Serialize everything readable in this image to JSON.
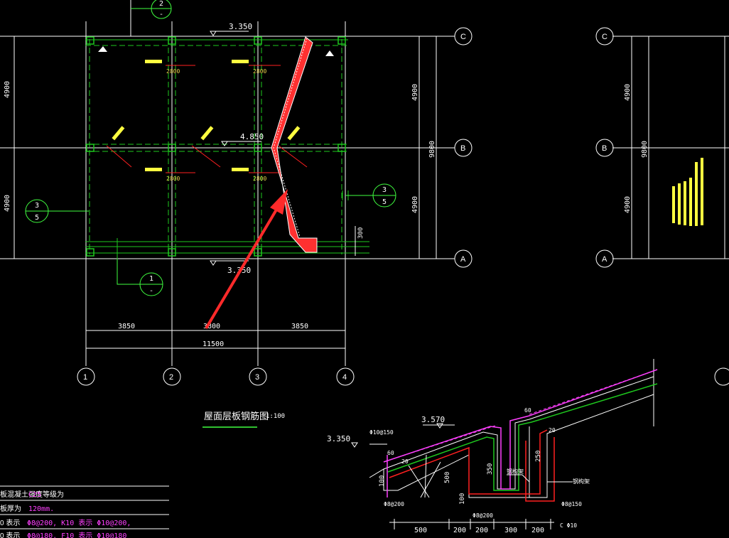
{
  "colors": {
    "background": "#000000",
    "axis_line": "#ffffff",
    "grid_text": "#ffffff",
    "dim_text": "#e8d24a",
    "beam": "#1ec81e",
    "rebar_red": "#ff2020",
    "rebar_magenta": "#ff40ff",
    "label_yellow": "#ffff40",
    "grid_circle_green": "#40ff40",
    "arrow": "#ff2a2a"
  },
  "plan": {
    "axes_vertical": [
      "1",
      "2",
      "3",
      "4"
    ],
    "axes_horizontal": [
      "A",
      "B",
      "C"
    ],
    "dim_bottom_spans": [
      "3850",
      "3800",
      "3850"
    ],
    "dim_bottom_total": "11500",
    "dim_left_spans": [
      "4900",
      "4900"
    ],
    "dim_right_spans": [
      "4900",
      "4900"
    ],
    "dim_right_total": "9800",
    "dim_right_small": "300",
    "elevations": {
      "top": "3.350",
      "middle": "4.850",
      "bottom": "3.350"
    },
    "section_marks": {
      "top": {
        "num": "2",
        "sheet": "-"
      },
      "bottom": {
        "num": "1",
        "sheet": "-"
      },
      "left": {
        "num": "3",
        "sheet": "5"
      },
      "right": {
        "num": "3",
        "sheet": "5"
      }
    },
    "rebar_value": "2800",
    "title": "屋面层板钢筋图",
    "scale": "1:100"
  },
  "side_view": {
    "axes": [
      "C",
      "B",
      "A"
    ],
    "dims": [
      "4900",
      "4900"
    ],
    "dim_total": "9800"
  },
  "section": {
    "elevations": [
      "3.350",
      "3.570"
    ],
    "labels": [
      "Φ10@150",
      "Φ8@200",
      "Φ8@200",
      "Φ8@150",
      "C Φ10"
    ],
    "dims_bottom": [
      "500",
      "200",
      "200",
      "300",
      "200"
    ],
    "dims_vertical": [
      "500",
      "350",
      "250",
      "100",
      "100"
    ],
    "small": [
      "60",
      "20",
      "60",
      "20"
    ],
    "callouts": [
      "钢构架",
      "钢构架"
    ]
  },
  "notes": [
    {
      "prefix": "板混凝土强度等级为",
      "value": "C25"
    },
    {
      "prefix": "板厚为",
      "value": "120mm."
    },
    {
      "prefix": "0 表示",
      "value": "Φ8@200,   K10 表示 Φ10@200,"
    },
    {
      "prefix": "0 表示",
      "value": "Φ8@180,   F10 表示 Φ10@180"
    }
  ]
}
